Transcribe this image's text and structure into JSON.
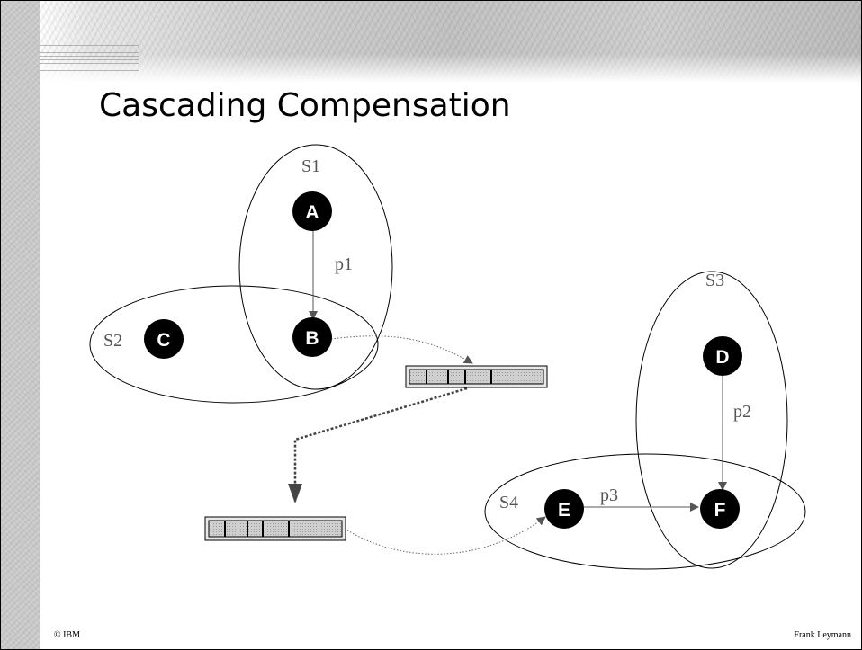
{
  "slide": {
    "title": "Cascading Compensation",
    "footer_left": "© IBM",
    "footer_right": "Frank Leymann"
  },
  "diagram": {
    "spheres": [
      "S1",
      "S2",
      "S3",
      "S4"
    ],
    "nodes": [
      "A",
      "B",
      "C",
      "D",
      "E",
      "F"
    ],
    "links": [
      "p1",
      "p2",
      "p3"
    ],
    "colors": {
      "node_fill": "#000000",
      "queue_fill": "#cccccc",
      "label": "#555555"
    }
  }
}
